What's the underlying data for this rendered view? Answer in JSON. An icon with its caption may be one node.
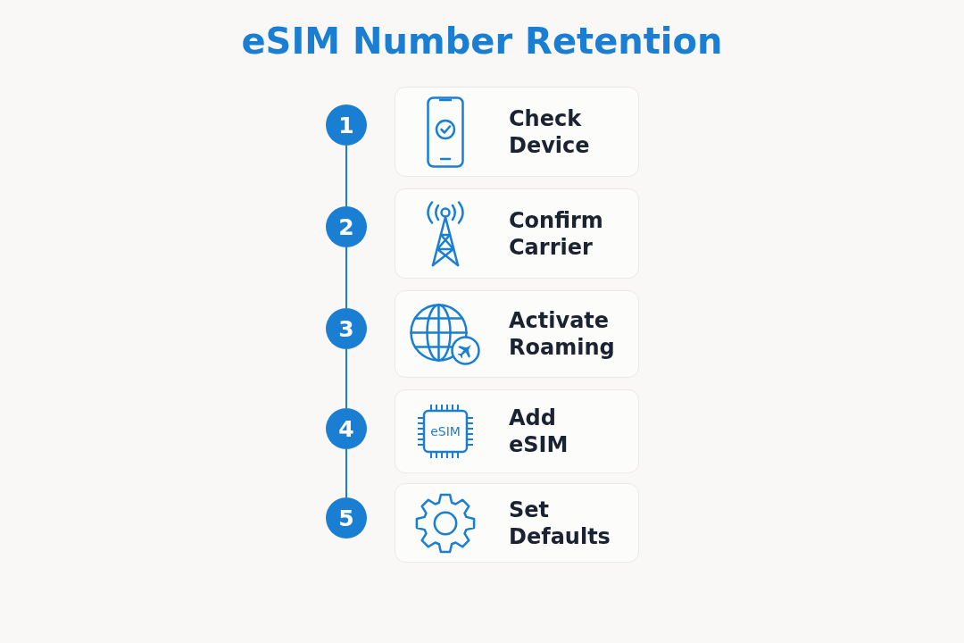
{
  "diagram": {
    "title": "eSIM Number Retention",
    "nodes": [
      {
        "text": [
          "1"
        ]
      },
      {
        "text": [
          "Check Device"
        ]
      },
      {
        "text": [
          "2"
        ]
      },
      {
        "text": [
          "Confirm Carrier"
        ]
      },
      {
        "text": [
          "3"
        ]
      },
      {
        "text": [
          "Activate Roaming"
        ]
      },
      {
        "text": [
          "4"
        ]
      },
      {
        "text": [
          "Add eSIM"
        ]
      },
      {
        "text": [
          "eSIM"
        ],
        "in": 7
      },
      {
        "text": [
          "5"
        ]
      },
      {
        "text": [
          "Set Defaults"
        ]
      }
    ],
    "edges": [
      {
        "from": 0,
        "to": 2,
        "arrow": "none"
      },
      {
        "from": 2,
        "to": 4,
        "arrow": "none"
      },
      {
        "from": 4,
        "to": 6,
        "arrow": "none"
      },
      {
        "from": 6,
        "to": 9,
        "arrow": "none"
      }
    ]
  }
}
